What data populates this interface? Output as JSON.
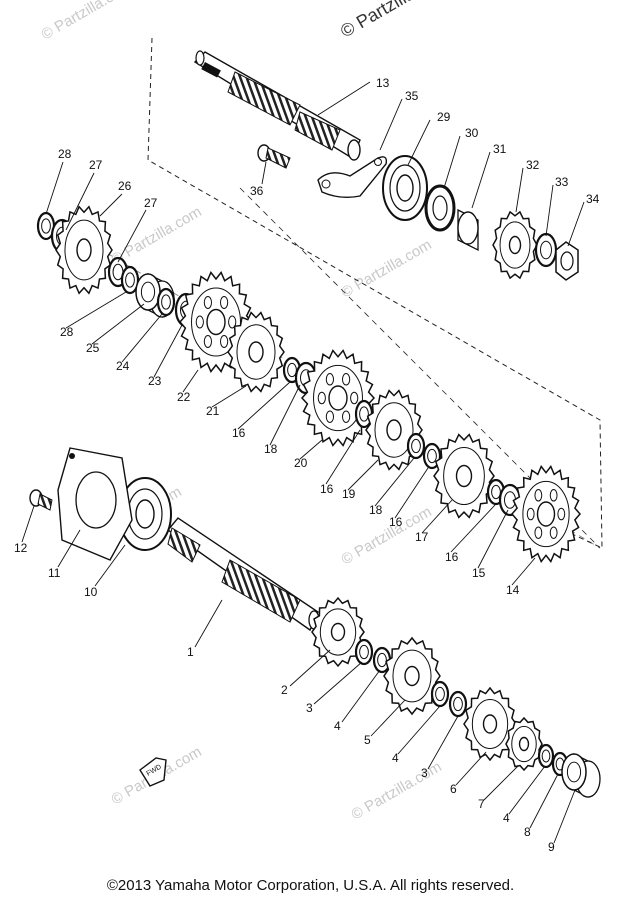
{
  "watermark": "© Partzilla.com",
  "corner_watermark": "© Partzilla",
  "copyright": "©2013  Yamaha Motor Corporation, U.S.A. All rights reserved.",
  "fwd_label": "FWD",
  "callouts": [
    "1",
    "2",
    "3",
    "4",
    "5",
    "4",
    "3",
    "6",
    "7",
    "4",
    "8",
    "9",
    "10",
    "11",
    "12",
    "13",
    "14",
    "15",
    "16",
    "17",
    "16",
    "18",
    "19",
    "16",
    "20",
    "18",
    "16",
    "21",
    "22",
    "23",
    "24",
    "25",
    "28",
    "27",
    "26",
    "27",
    "28",
    "29",
    "30",
    "31",
    "32",
    "33",
    "34",
    "35",
    "36"
  ]
}
